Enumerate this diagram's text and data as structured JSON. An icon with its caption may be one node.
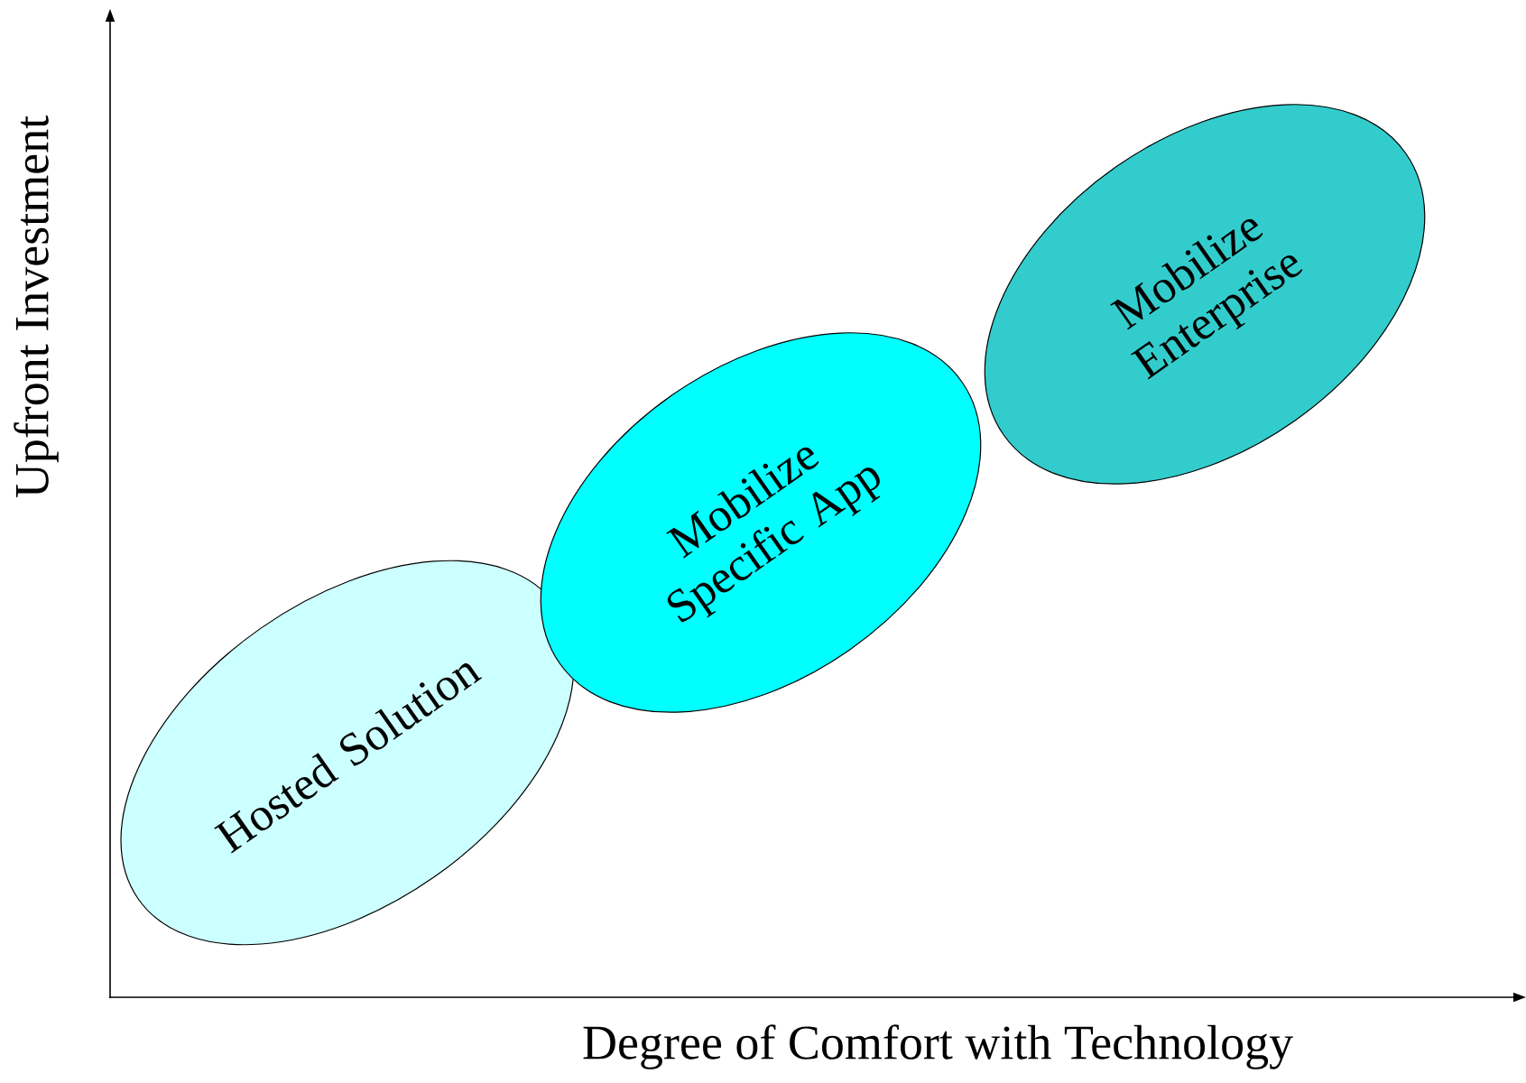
{
  "diagram": {
    "nodes": [
      {
        "text": [
          "Hosted Solution"
        ]
      },
      {
        "text": [
          "Mobilize Specific App"
        ]
      },
      {
        "text": [
          "Mobilize Enterprise"
        ]
      }
    ],
    "labels": [
      "Upfront Investment",
      "Degree of Comfort with Technology"
    ]
  }
}
